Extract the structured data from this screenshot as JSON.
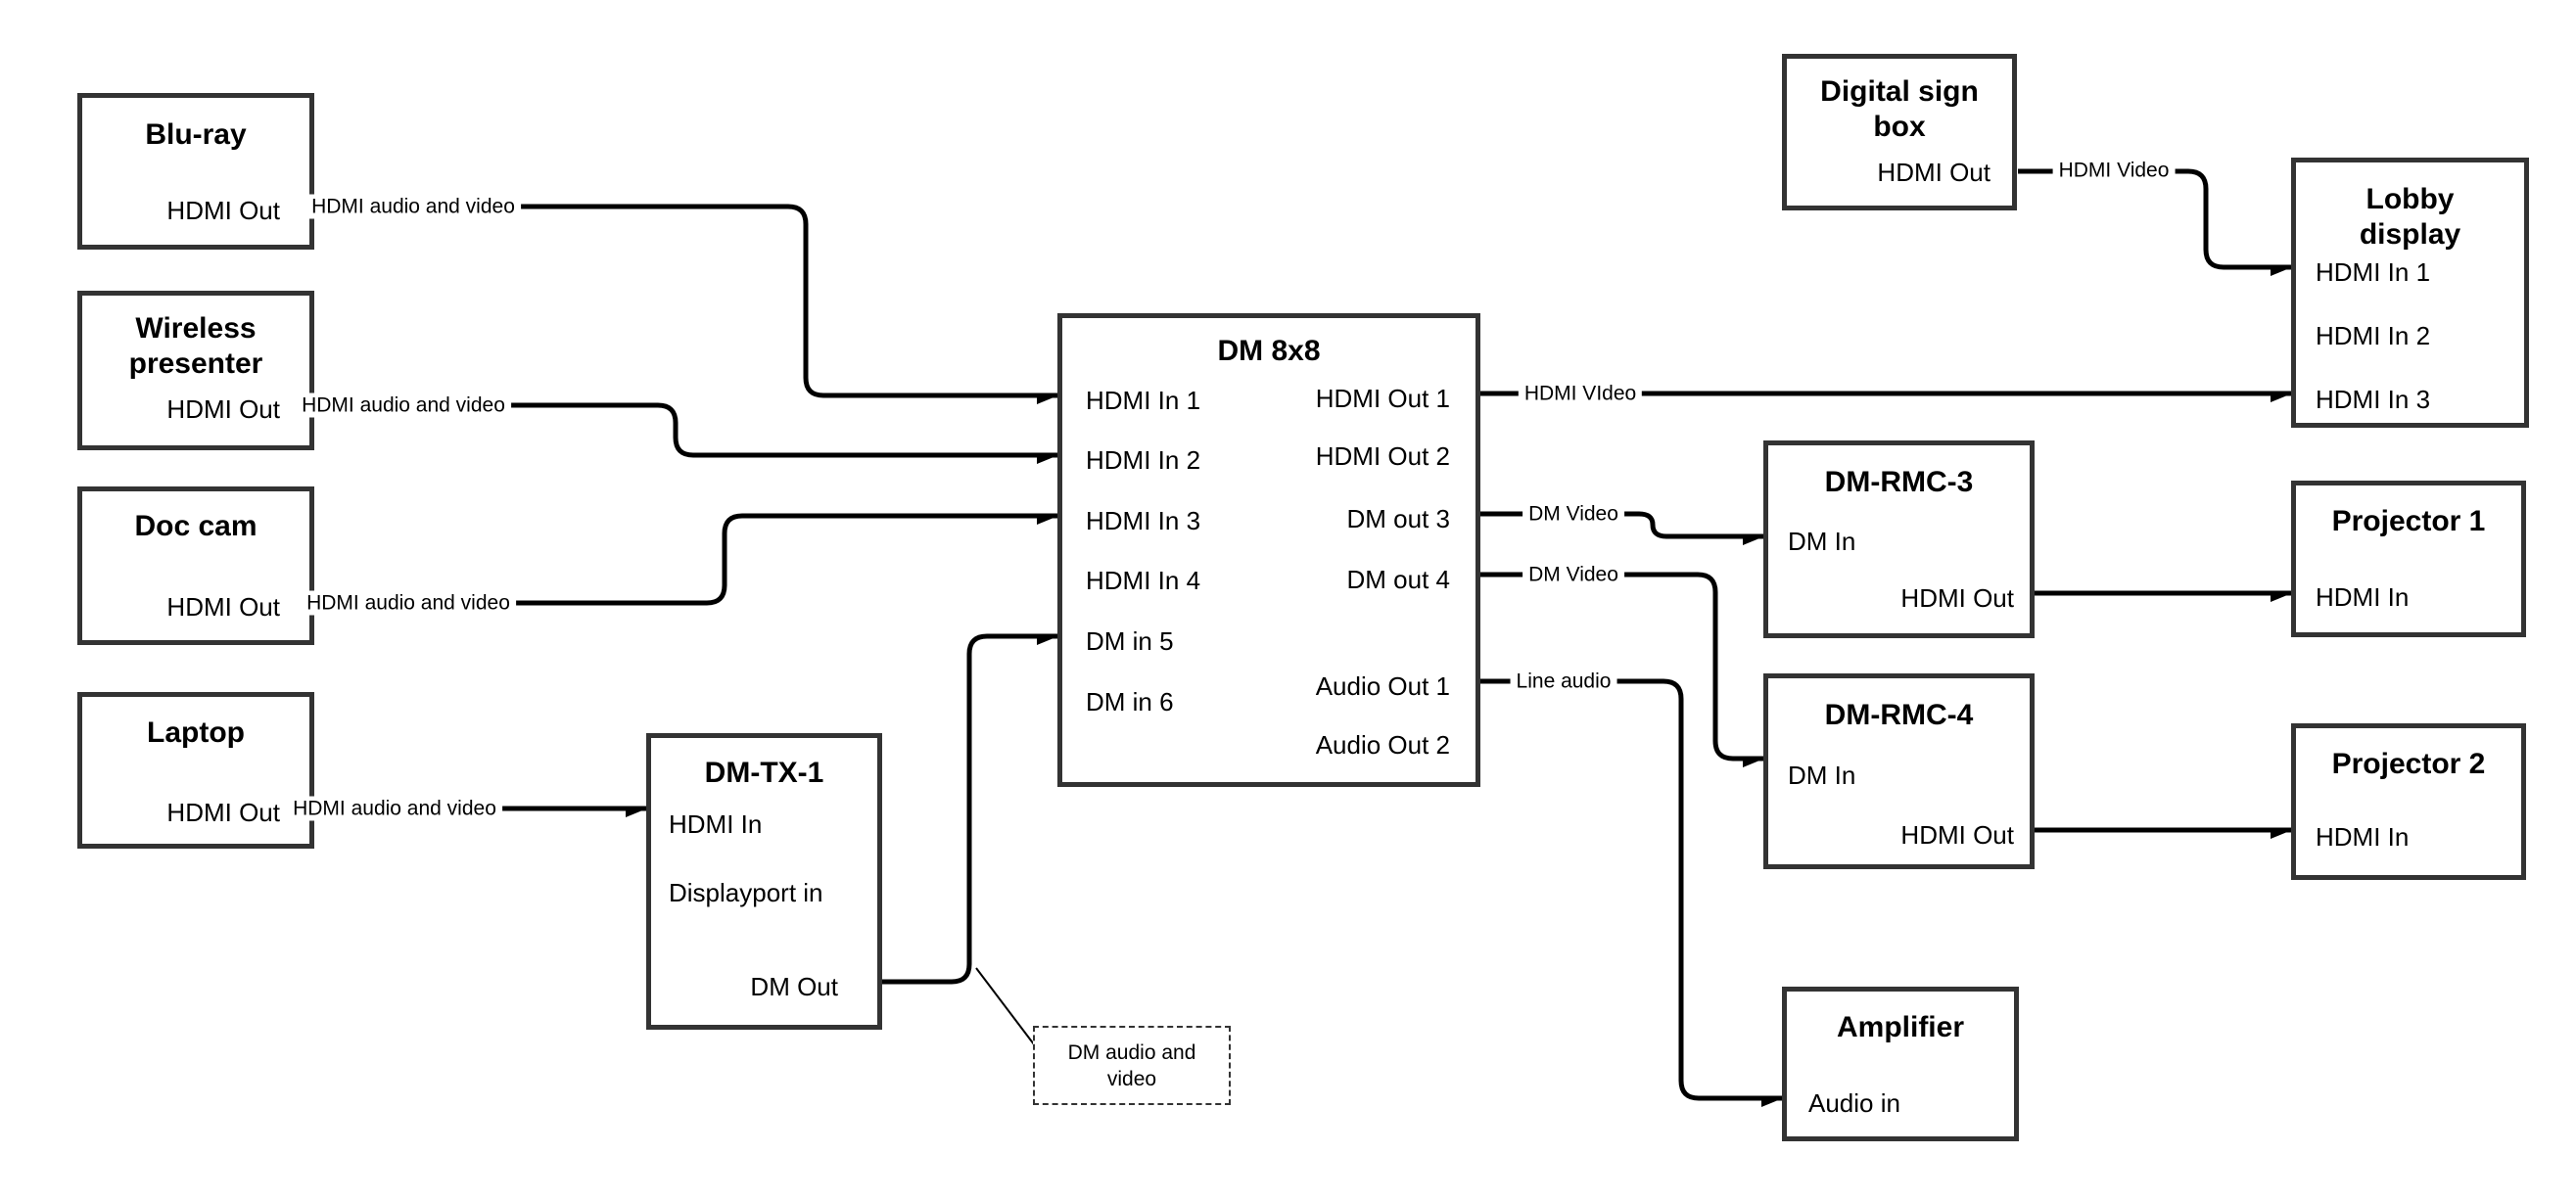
{
  "diagram": {
    "background_color": "#ffffff",
    "box_border_color": "#333333",
    "line_color": "#000000",
    "text_color": "#000000"
  },
  "devices": [
    {
      "title": "Blu-ray",
      "ports": [
        {
          "label": "HDMI Out"
        }
      ]
    },
    {
      "title": "Wireless presenter",
      "ports": [
        {
          "label": "HDMI Out"
        }
      ]
    },
    {
      "title": "Doc cam",
      "ports": [
        {
          "label": "HDMI Out"
        }
      ]
    },
    {
      "title": "Laptop",
      "ports": [
        {
          "label": "HDMI Out"
        }
      ]
    },
    {
      "title": "DM-TX-1",
      "ports": [
        {
          "label": "HDMI In"
        },
        {
          "label": "Displayport in"
        },
        {
          "label": "DM Out"
        }
      ]
    },
    {
      "title": "DM 8x8",
      "ports": [
        {
          "label": "HDMI In 1"
        },
        {
          "label": "HDMI In 2"
        },
        {
          "label": "HDMI In 3"
        },
        {
          "label": "HDMI In 4"
        },
        {
          "label": "DM in 5"
        },
        {
          "label": "DM in 6"
        },
        {
          "label": "HDMI Out 1"
        },
        {
          "label": "HDMI Out 2"
        },
        {
          "label": "DM out 3"
        },
        {
          "label": "DM out 4"
        },
        {
          "label": "Audio Out 1"
        },
        {
          "label": "Audio Out 2"
        }
      ]
    },
    {
      "title": "Digital sign box",
      "ports": [
        {
          "label": "HDMI Out"
        }
      ]
    },
    {
      "title": "Lobby display",
      "ports": [
        {
          "label": "HDMI In 1"
        },
        {
          "label": "HDMI In 2"
        },
        {
          "label": "HDMI In 3"
        }
      ]
    },
    {
      "title": "DM-RMC-3",
      "ports": [
        {
          "label": "DM In"
        },
        {
          "label": "HDMI Out"
        }
      ]
    },
    {
      "title": "Projector 1",
      "ports": [
        {
          "label": "HDMI In"
        }
      ]
    },
    {
      "title": "DM-RMC-4",
      "ports": [
        {
          "label": "DM In"
        },
        {
          "label": "HDMI Out"
        }
      ]
    },
    {
      "title": "Projector 2",
      "ports": [
        {
          "label": "HDMI In"
        }
      ]
    },
    {
      "title": "Amplifier",
      "ports": [
        {
          "label": "Audio in"
        }
      ]
    }
  ],
  "connections": [
    {
      "from": "Blu-ray HDMI Out",
      "to": "DM 8x8 HDMI In 1",
      "label": "HDMI audio and video"
    },
    {
      "from": "Wireless presenter HDMI Out",
      "to": "DM 8x8 HDMI In 2",
      "label": "HDMI audio and video"
    },
    {
      "from": "Doc cam HDMI Out",
      "to": "DM 8x8 HDMI In 3",
      "label": "HDMI audio and video"
    },
    {
      "from": "Laptop HDMI Out",
      "to": "DM-TX-1 HDMI In",
      "label": "HDMI audio and video"
    },
    {
      "from": "DM-TX-1 DM Out",
      "to": "DM 8x8 DM in 5"
    },
    {
      "from": "DM 8x8 HDMI Out 1",
      "to": "Lobby display HDMI In 3",
      "label": "HDMI VIdeo"
    },
    {
      "from": "DM 8x8 DM out 3",
      "to": "DM-RMC-3 DM In",
      "label": "DM Video"
    },
    {
      "from": "DM 8x8 DM out 4",
      "to": "DM-RMC-4 DM In",
      "label": "DM Video"
    },
    {
      "from": "DM 8x8 Audio Out 1",
      "to": "Amplifier Audio in",
      "label": "Line audio"
    },
    {
      "from": "Digital sign box HDMI Out",
      "to": "Lobby display HDMI In 1",
      "label": "HDMI Video"
    },
    {
      "from": "DM-RMC-3 HDMI Out",
      "to": "Projector 1 HDMI In"
    },
    {
      "from": "DM-RMC-4 HDMI Out",
      "to": "Projector 2 HDMI In"
    }
  ],
  "annotation": {
    "text": "DM audio and video",
    "attached_to": "DM-TX-1 DM Out connection"
  }
}
